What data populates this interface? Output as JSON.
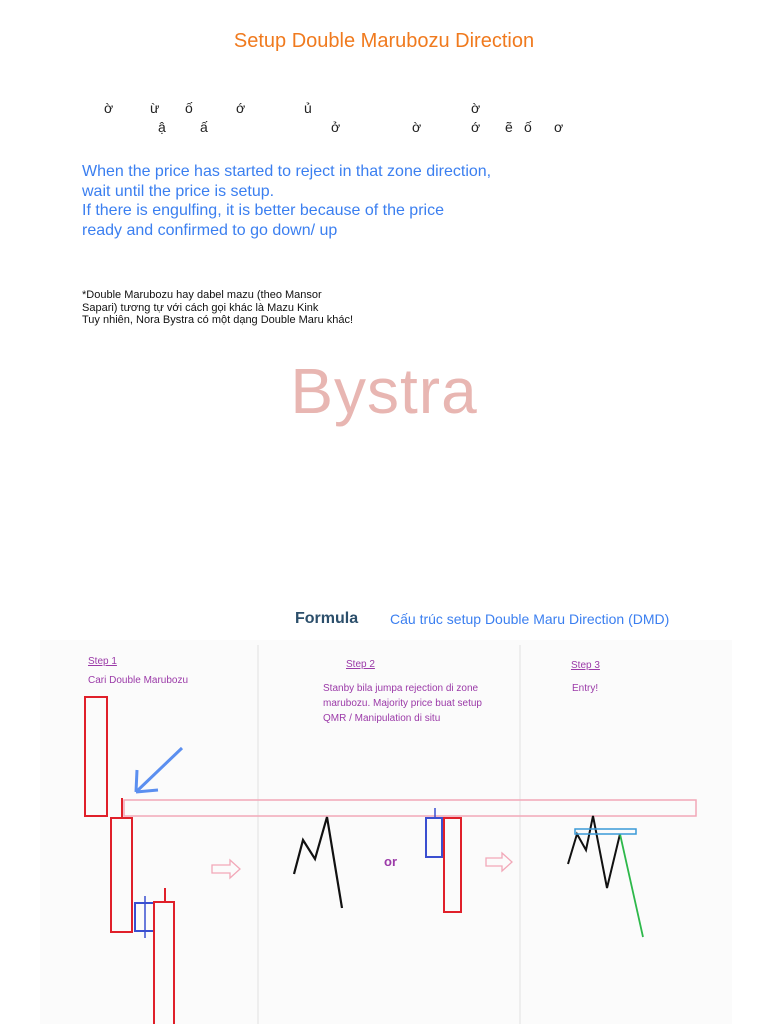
{
  "title": "Setup Double Marubozu Direction",
  "diacritics_line1": [
    "ờ",
    "ừ",
    "ố",
    "ớ",
    "ủ",
    "ờ"
  ],
  "diacritics_line2": [
    "ậ",
    "ấ",
    "ở",
    "ờ",
    "ớ",
    "ẽ",
    "ố",
    "ơ"
  ],
  "explanation_lines": [
    "When the price has started to reject in that zone direction,",
    "wait until the price is setup.",
    "If there is engulfing, it is better because of the price",
    "ready and confirmed to go down/ up"
  ],
  "note_lines": [
    "*Double Marubozu hay dabel mazu (theo Mansor",
    "Sapari) tương tự với cách gọi khác là Mazu Kink",
    "Tuy nhiên, Nora Bystra có một dạng Double Maru khác!"
  ],
  "watermark": "Bystra",
  "formula": {
    "label": "Formula",
    "caption": "Cấu trúc setup Double Maru Direction (DMD)"
  },
  "steps": [
    {
      "title": "Step 1",
      "lines": [
        "Cari Double Marubozu"
      ]
    },
    {
      "title": "Step 2",
      "lines": [
        "Stanby bila jumpa rejection di zone",
        "marubozu. Majority price buat setup",
        "QMR / Manipulation di situ"
      ]
    },
    {
      "title": "Step 3",
      "lines": [
        "Entry!"
      ]
    }
  ],
  "or_label": "or",
  "colors": {
    "title": "#f07a1e",
    "blue_text": "#3b7ff0",
    "watermark": "#e8b6b2",
    "candle_red": "#e0202a",
    "candle_blue": "#3a4fd0",
    "zone_pink": "#f2a8b8",
    "step_purple": "#9b3aa8",
    "entry_green": "#2db84a",
    "arrow_blue": "#5b8ff0"
  }
}
